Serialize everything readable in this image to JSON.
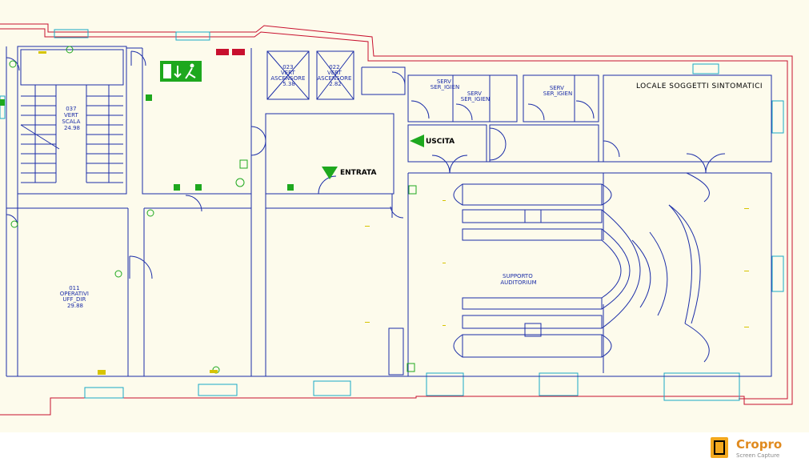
{
  "colors": {
    "background": "#fdfbec",
    "outer_wall": "#c8102e",
    "inner_wall": "#1c2ea8",
    "window": "#19a9c6",
    "safety_green": "#1ea81e",
    "marker_yellow": "#d6c400"
  },
  "rooms": [
    {
      "key": "r037",
      "lines": [
        "037",
        "VERT",
        "SCALA",
        "24.98"
      ]
    },
    {
      "key": "r023",
      "lines": [
        "023",
        "VERT",
        "ASCENSORE",
        "5.38"
      ]
    },
    {
      "key": "r022",
      "lines": [
        "022",
        "VERT",
        "ASCENSORE",
        "2.82"
      ]
    },
    {
      "key": "serv1",
      "lines": [
        "SERV",
        "SER_IGIEN"
      ]
    },
    {
      "key": "serv2",
      "lines": [
        "SERV",
        "SER_IGIEN"
      ]
    },
    {
      "key": "serv3",
      "lines": [
        "SERV",
        "SER_IGIEN"
      ]
    },
    {
      "key": "r011",
      "lines": [
        "011",
        "OPERATIVI",
        "UFF_DIR",
        "29.88"
      ]
    },
    {
      "key": "aud",
      "lines": [
        "SUPPORTO",
        "AUDITORIUM"
      ]
    }
  ],
  "labels": {
    "locale": "LOCALE SOGGETTI SINTOMATICI",
    "entrata": "ENTRATA",
    "uscita": "USCITA"
  },
  "icons": {
    "exit_sign": "emergency-exit-sign-icon",
    "entrance_arrow": "entrance-arrow-icon",
    "exit_arrow": "exit-arrow-icon",
    "extinguisher": "fire-extinguisher-icon",
    "hydrant": "fire-hydrant-icon",
    "notice": "notice-board-icon"
  },
  "watermark": {
    "name": "Cropro",
    "subtitle": "Screen Capture"
  }
}
